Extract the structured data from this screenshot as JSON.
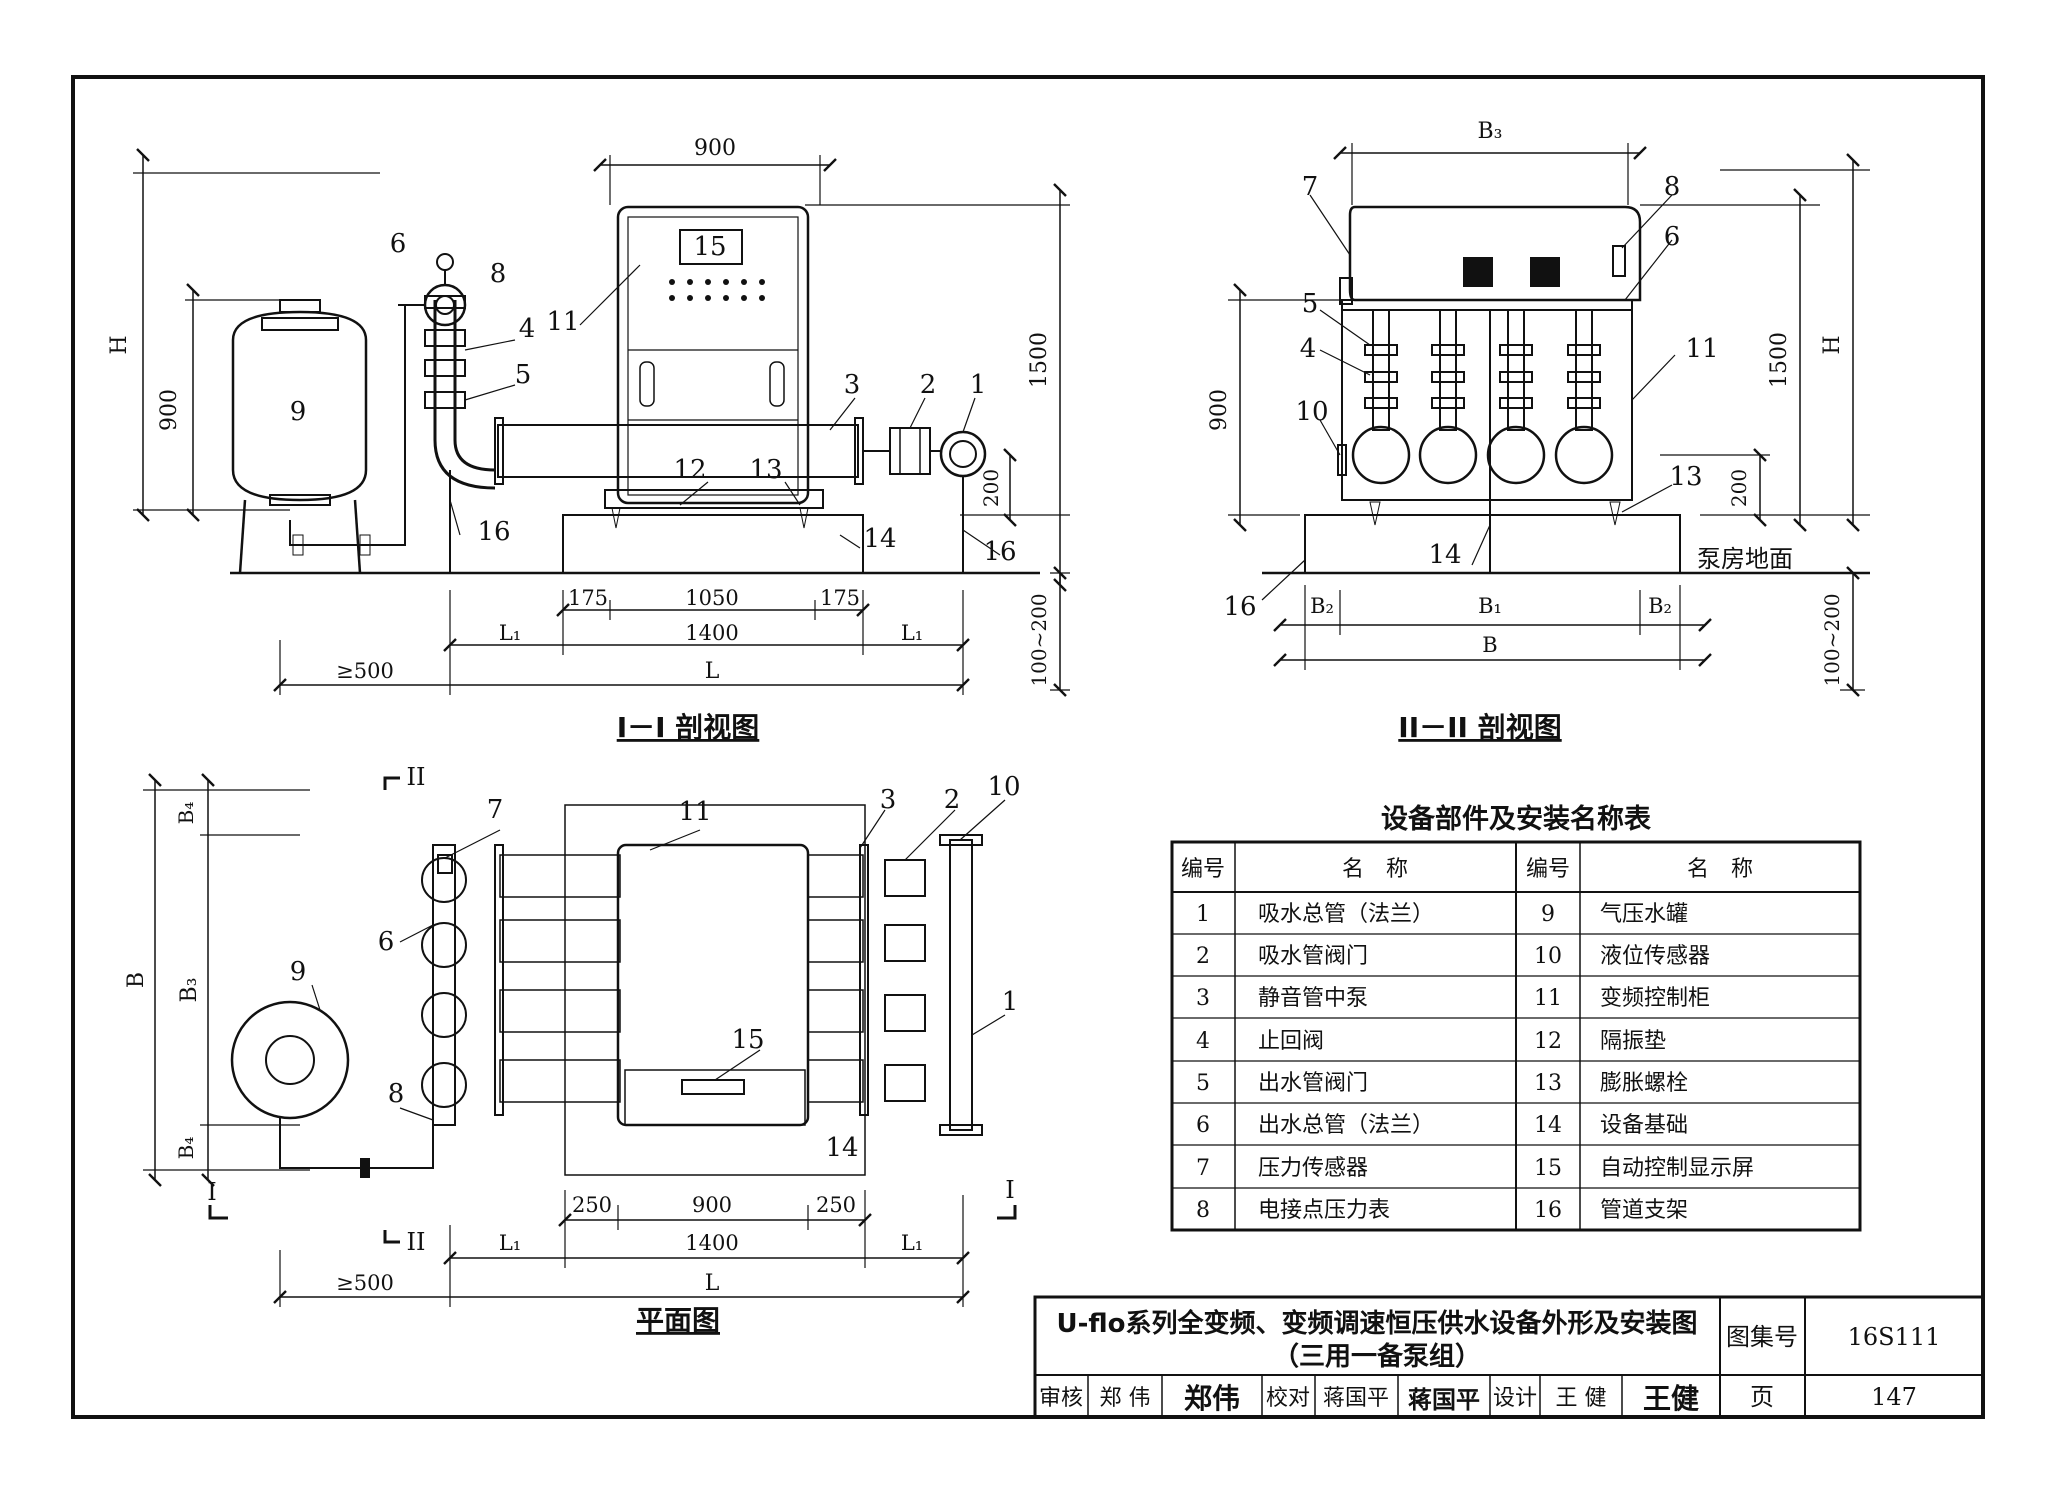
{
  "views": {
    "section1": {
      "title": "I－I 剖视图",
      "dims": {
        "top": "900",
        "h": "H",
        "tank_h": "900",
        "cab_h": "1500",
        "base_h": "200",
        "ground": "100~200",
        "d1": "175",
        "d2": "1050",
        "d3": "175",
        "w1400": "1400",
        "l1a": "L₁",
        "l1b": "L₁",
        "min": "≥500",
        "L": "L"
      },
      "callouts": [
        "1",
        "2",
        "3",
        "4",
        "5",
        "6",
        "8",
        "9",
        "11",
        "12",
        "13",
        "14",
        "15",
        "16",
        "16"
      ]
    },
    "section2": {
      "title": "II－II 剖视图",
      "dims": {
        "b3": "B₃",
        "cab_h": "1500",
        "h": "H",
        "tank_h": "900",
        "base_h": "200",
        "ground": "100~200",
        "b2a": "B₂",
        "b1": "B₁",
        "b2b": "B₂",
        "b": "B"
      },
      "floor_label": "泵房地面",
      "callouts": [
        "4",
        "5",
        "6",
        "7",
        "8",
        "10",
        "11",
        "13",
        "14",
        "16"
      ]
    },
    "plan": {
      "title": "平面图",
      "dims": {
        "b4a": "B₄",
        "b": "B",
        "b3": "B₃",
        "b4b": "B₄",
        "d250a": "250",
        "d900": "900",
        "d250b": "250",
        "w1400": "1400",
        "l1a": "L₁",
        "l1b": "L₁",
        "min": "≥500",
        "L": "L"
      },
      "section_marks": {
        "ii_top": "II",
        "ii_bottom": "II",
        "i_left": "I",
        "i_right": "I"
      },
      "callouts": [
        "1",
        "2",
        "3",
        "6",
        "7",
        "8",
        "9",
        "10",
        "11",
        "14",
        "15"
      ]
    }
  },
  "parts_table": {
    "title": "设备部件及安装名称表",
    "headers": {
      "no": "编号",
      "name": "名　称"
    },
    "rows_left": [
      {
        "no": "1",
        "name": "吸水总管（法兰）"
      },
      {
        "no": "2",
        "name": "吸水管阀门"
      },
      {
        "no": "3",
        "name": "静音管中泵"
      },
      {
        "no": "4",
        "name": "止回阀"
      },
      {
        "no": "5",
        "name": "出水管阀门"
      },
      {
        "no": "6",
        "name": "出水总管（法兰）"
      },
      {
        "no": "7",
        "name": "压力传感器"
      },
      {
        "no": "8",
        "name": "电接点压力表"
      }
    ],
    "rows_right": [
      {
        "no": "9",
        "name": "气压水罐"
      },
      {
        "no": "10",
        "name": "液位传感器"
      },
      {
        "no": "11",
        "name": "变频控制柜"
      },
      {
        "no": "12",
        "name": "隔振垫"
      },
      {
        "no": "13",
        "name": "膨胀螺栓"
      },
      {
        "no": "14",
        "name": "设备基础"
      },
      {
        "no": "15",
        "name": "自动控制显示屏"
      },
      {
        "no": "16",
        "name": "管道支架"
      }
    ]
  },
  "title_block": {
    "title_line1": "U-flo系列全变频、变频调速恒压供水设备外形及安装图",
    "title_line2": "（三用一备泵组）",
    "atlas_label": "图集号",
    "atlas_no": "16S111",
    "page_label": "页",
    "page_no": "147",
    "review_label": "审核",
    "reviewer": "郑 伟",
    "reviewer_sig": "郑伟",
    "check_label": "校对",
    "checker": "蒋国平",
    "checker_sig": "蒋国平",
    "design_label": "设计",
    "designer": "王 健",
    "designer_sig": "王健"
  }
}
